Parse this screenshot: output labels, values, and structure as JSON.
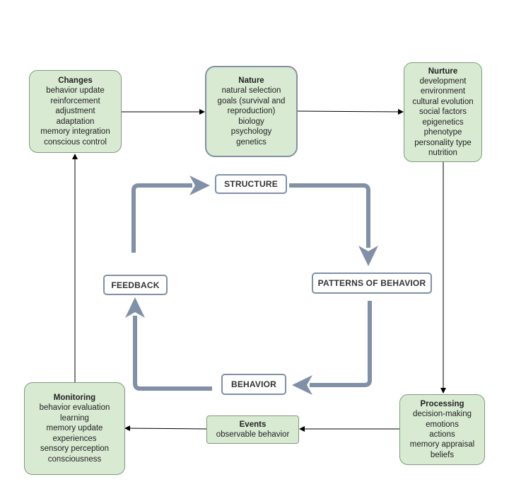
{
  "boxes": {
    "changes": {
      "title": "Changes",
      "items": [
        "behavior update",
        "reinforcement",
        "adjustment",
        "adaptation",
        "memory integration",
        "conscious control"
      ]
    },
    "nature": {
      "title": "Nature",
      "items": [
        "natural selection",
        "goals (survival and",
        "reproduction)",
        "biology",
        "psychology",
        "genetics"
      ]
    },
    "nurture": {
      "title": "Nurture",
      "items": [
        "development",
        "environment",
        "cultural evolution",
        "social factors",
        "epigenetics",
        "phenotype",
        "personality type",
        "nutrition"
      ]
    },
    "monitoring": {
      "title": "Monitoring",
      "items": [
        "behavior evaluation",
        "learning",
        "memory update",
        "experiences",
        "sensory perception",
        "consciousness"
      ]
    },
    "events": {
      "title": "Events",
      "items": [
        "observable behavior"
      ]
    },
    "processing": {
      "title": "Processing",
      "items": [
        "decision-making",
        "emotions",
        "actions",
        "memory appraisal",
        "beliefs"
      ]
    }
  },
  "cycle": {
    "structure": "STRUCTURE",
    "patterns": "PATTERNS OF BEHAVIOR",
    "behavior": "BEHAVIOR",
    "feedback": "FEEDBACK"
  },
  "colors": {
    "box_fill": "#d9ead3",
    "box_border": "#7f9a7c",
    "cycle_arrow": "#8090a6",
    "connector": "#000000"
  }
}
